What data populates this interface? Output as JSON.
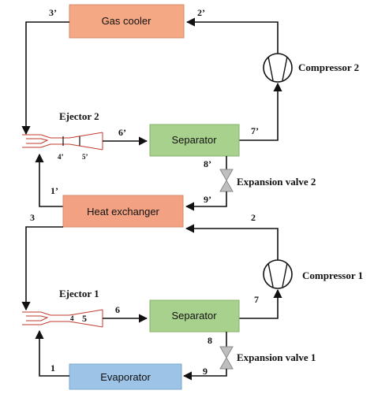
{
  "colors": {
    "gas_cooler": "#f4a883",
    "heat_exchanger": "#f2a283",
    "separator": "#a9d18e",
    "evaporator": "#9dc3e6",
    "ejector": "#c0392b",
    "valve": "#bfbfbf"
  },
  "components": {
    "gas_cooler": "Gas cooler",
    "heat_exchanger": "Heat exchanger",
    "separator_top": "Separator",
    "separator_bottom": "Separator",
    "evaporator": "Evaporator",
    "ejector_top": "Ejector 2",
    "ejector_bottom": "Ejector 1",
    "compressor_top": "Compressor 2",
    "compressor_bottom": "Compressor 1",
    "valve_top": "Expansion valve 2",
    "valve_bottom": "Expansion valve 1"
  },
  "state_points": {
    "p3p": "3’",
    "p2p": "2’",
    "p6p": "6’",
    "p7p": "7’",
    "p4p": "4’",
    "p5p": "5’",
    "p8p": "8’",
    "p9p": "9’",
    "p1p": "1’",
    "p3": "3",
    "p2": "2",
    "p6": "6",
    "p7": "7",
    "p4": "4",
    "p5": "5",
    "p8": "8",
    "p9": "9",
    "p1": "1"
  }
}
